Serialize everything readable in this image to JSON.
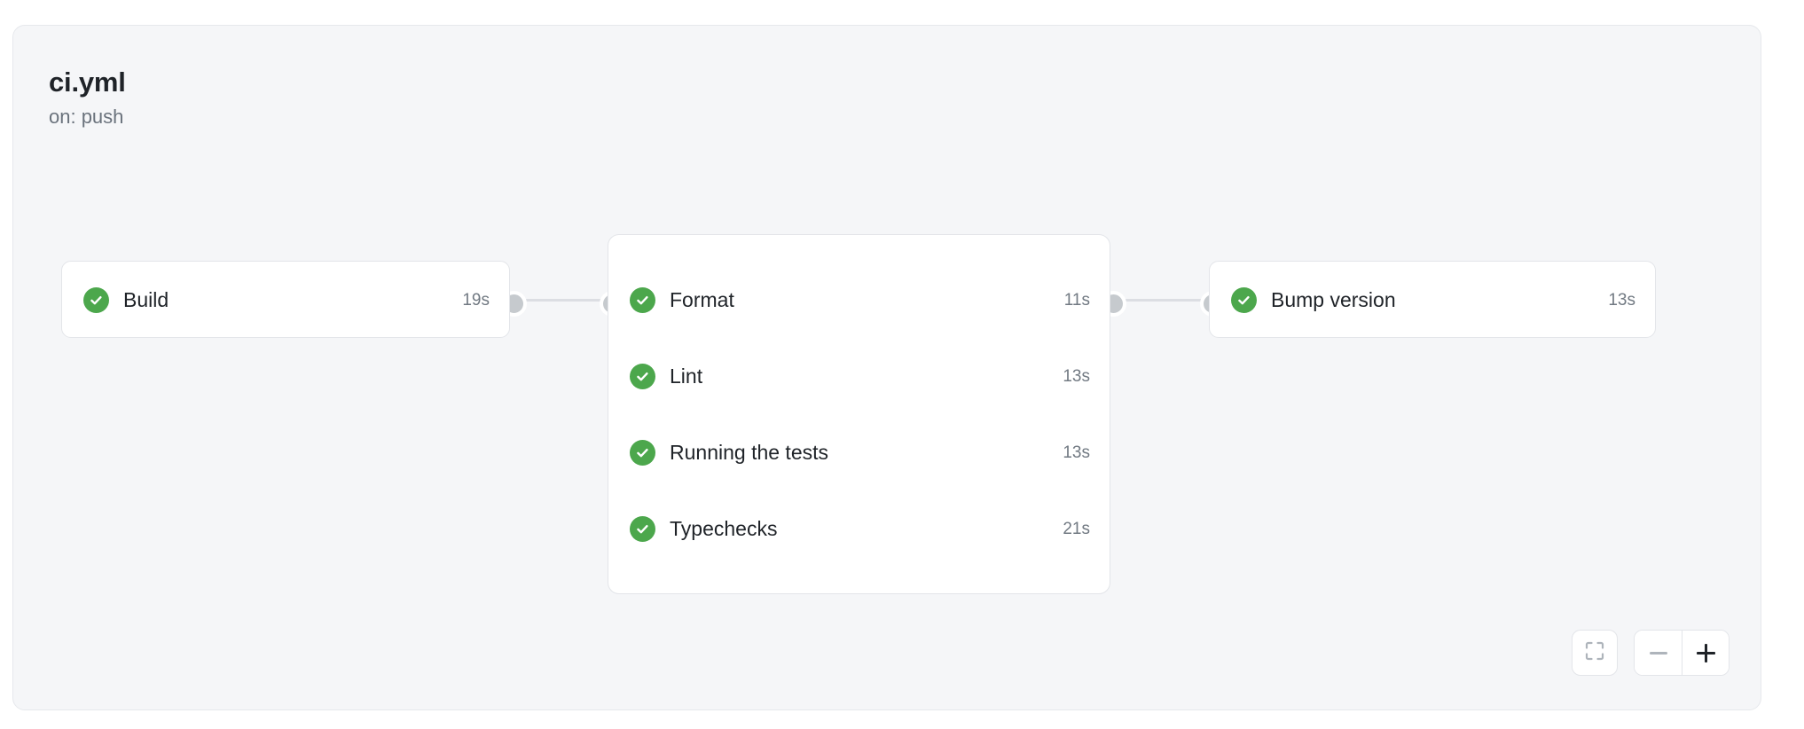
{
  "workflow": {
    "title": "ci.yml",
    "trigger": "on: push"
  },
  "graph": {
    "nodes": [
      {
        "id": "build",
        "type": "single",
        "jobs": [
          {
            "label": "Build",
            "duration": "19s",
            "status": "success",
            "status_icon": "check-circle-icon"
          }
        ]
      },
      {
        "id": "checks-group",
        "type": "group",
        "jobs": [
          {
            "label": "Format",
            "duration": "11s",
            "status": "success",
            "status_icon": "check-circle-icon"
          },
          {
            "label": "Lint",
            "duration": "13s",
            "status": "success",
            "status_icon": "check-circle-icon"
          },
          {
            "label": "Running the tests",
            "duration": "13s",
            "status": "success",
            "status_icon": "check-circle-icon"
          },
          {
            "label": "Typechecks",
            "duration": "21s",
            "status": "success",
            "status_icon": "check-circle-icon"
          }
        ]
      },
      {
        "id": "bump-version",
        "type": "single",
        "jobs": [
          {
            "label": "Bump version",
            "duration": "13s",
            "status": "success",
            "status_icon": "check-circle-icon"
          }
        ]
      }
    ]
  },
  "controls": {
    "fit_view": {
      "icon": "fit-screen-icon",
      "label": ""
    },
    "zoom_out": {
      "icon": "minus-icon",
      "label": ""
    },
    "zoom_in": {
      "icon": "plus-icon",
      "label": ""
    }
  },
  "colors": {
    "success": "#4ca74c",
    "panel_bg": "#f5f6f8",
    "node_bg": "#ffffff",
    "border": "#e3e5e9",
    "text": "#1f2328",
    "muted_text": "#717982",
    "edge": "#dcdee3",
    "edge_dot": "#c6cace"
  }
}
